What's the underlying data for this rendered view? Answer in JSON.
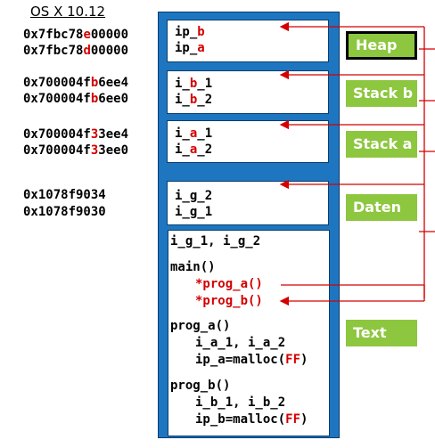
{
  "title": "OS X 10.12",
  "addresses": {
    "heap": [
      {
        "pre": "0x7fbc78",
        "mid": "e",
        "post": "00000"
      },
      {
        "pre": "0x7fbc78",
        "mid": "d",
        "post": "00000"
      }
    ],
    "stack_b": [
      {
        "pre": "0x700004f",
        "mid": "b",
        "post": "6ee4"
      },
      {
        "pre": "0x700004f",
        "mid": "b",
        "post": "6ee0"
      }
    ],
    "stack_a": [
      {
        "pre": "0x700004f",
        "mid": "3",
        "post": "3ee4"
      },
      {
        "pre": "0x700004f",
        "mid": "3",
        "post": "3ee0"
      }
    ],
    "data": [
      "0x1078f9034",
      "0x1078f9030"
    ]
  },
  "boxes": {
    "heap": [
      {
        "pre": "ip_",
        "red": "b"
      },
      {
        "pre": "ip_",
        "red": "a"
      }
    ],
    "stack_b": [
      {
        "pre": "i_",
        "red": "b",
        "post": "_1"
      },
      {
        "pre": "i_",
        "red": "b",
        "post": "_2"
      }
    ],
    "stack_a": [
      {
        "pre": "i_",
        "red": "a",
        "post": "_1"
      },
      {
        "pre": "i_",
        "red": "a",
        "post": "_2"
      }
    ],
    "data": [
      "i_g_2",
      "i_g_1"
    ]
  },
  "code": {
    "globals": "i_g_1, i_g_2",
    "main": "main()",
    "call_a": "*prog_a()",
    "call_b": "*prog_b()",
    "prog_a": "prog_a()",
    "prog_a_vars": "i_a_1, i_a_2",
    "prog_a_malloc_pre": "ip_a=malloc(",
    "prog_a_malloc_arg": "FF",
    "prog_a_malloc_post": ")",
    "prog_b": "prog_b()",
    "prog_b_vars": "i_b_1, i_b_2",
    "prog_b_malloc_pre": "ip_b=malloc(",
    "prog_b_malloc_arg": "FF",
    "prog_b_malloc_post": ")"
  },
  "labels": {
    "heap": "Heap",
    "stack_b": "Stack b",
    "stack_a": "Stack a",
    "data": "Daten",
    "text": "Text"
  },
  "colors": {
    "segment_blue": "#1e76c0",
    "label_green": "#8dc63f",
    "highlight_red": "#d40000"
  }
}
